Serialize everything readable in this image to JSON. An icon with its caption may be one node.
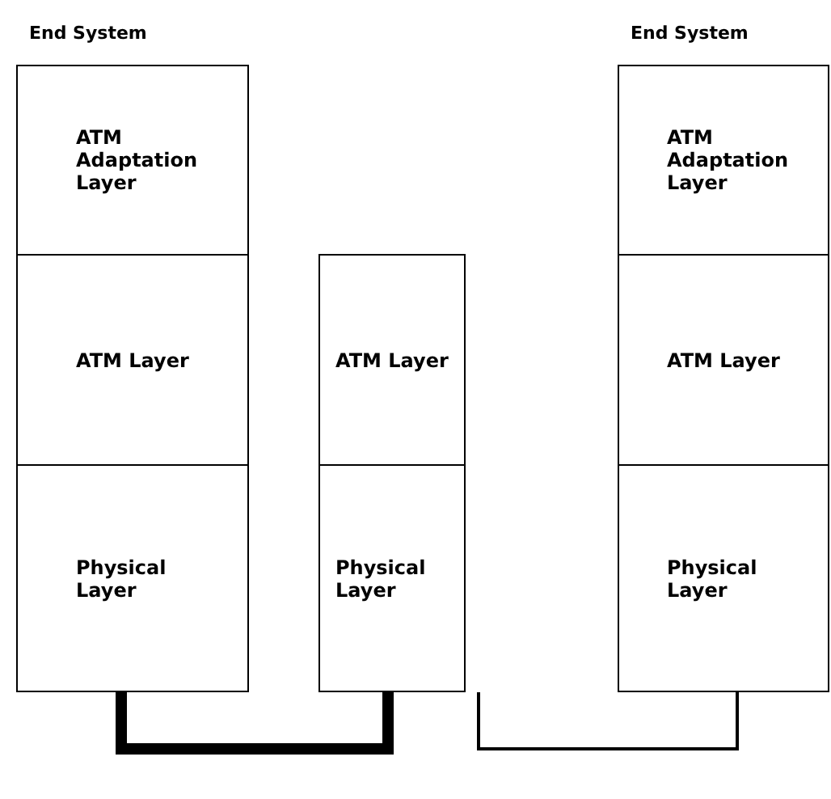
{
  "diagram": {
    "nodes": [
      {
        "text": [
          "End System"
        ]
      },
      {
        "text": [
          "ATM Adaptation Layer"
        ],
        "in": 0
      },
      {
        "text": [
          "ATM Layer"
        ],
        "in": 0
      },
      {
        "text": [
          "Physical Layer"
        ],
        "in": 0
      },
      {
        "text": [
          "ATM Layer"
        ]
      },
      {
        "text": [
          "Physical Layer"
        ]
      },
      {
        "text": [
          "End System"
        ]
      },
      {
        "text": [
          "ATM Adaptation Layer"
        ],
        "in": 6
      },
      {
        "text": [
          "ATM Layer"
        ],
        "in": 6
      },
      {
        "text": [
          "Physical Layer"
        ],
        "in": 6
      }
    ],
    "edges": [
      {
        "from": 3,
        "to": 5,
        "arrow": "none",
        "style": "thick"
      },
      {
        "from": 5,
        "to": 9,
        "arrow": "none"
      }
    ]
  }
}
